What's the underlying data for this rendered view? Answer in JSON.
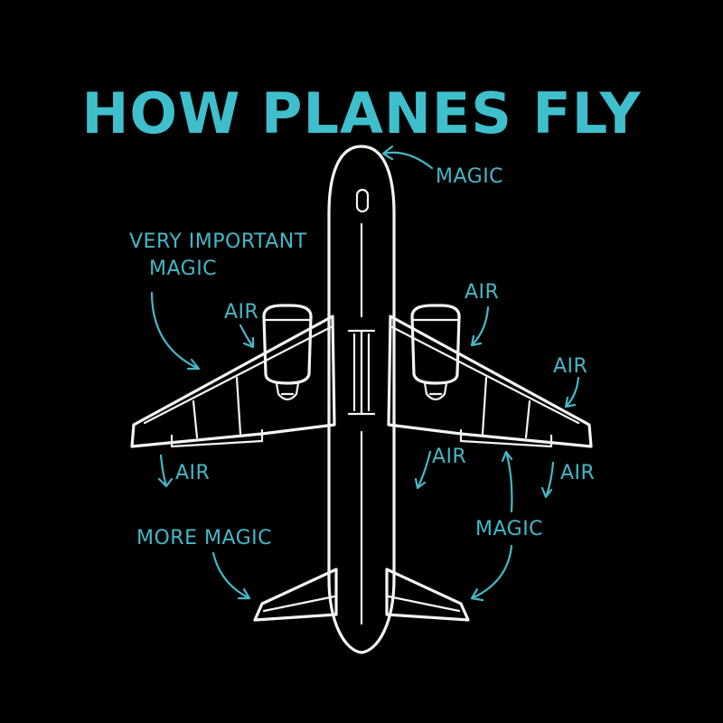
{
  "title": "HOW PLANES FLY",
  "colors": {
    "background": "#000000",
    "accent": "#3fbfcc",
    "line": "#f4f4f4"
  },
  "labels": {
    "magic_nose": "MAGIC",
    "very_important_line1": "VERY IMPORTANT",
    "very_important_line2": "MAGIC",
    "air_left_engine": "AIR",
    "air_right_engine": "AIR",
    "air_right_wingtip": "AIR",
    "air_left_wing_under": "AIR",
    "air_right_wing_mid": "AIR",
    "air_right_wing_outer": "AIR",
    "more_magic": "MORE MAGIC",
    "magic_right_lower": "MAGIC"
  }
}
